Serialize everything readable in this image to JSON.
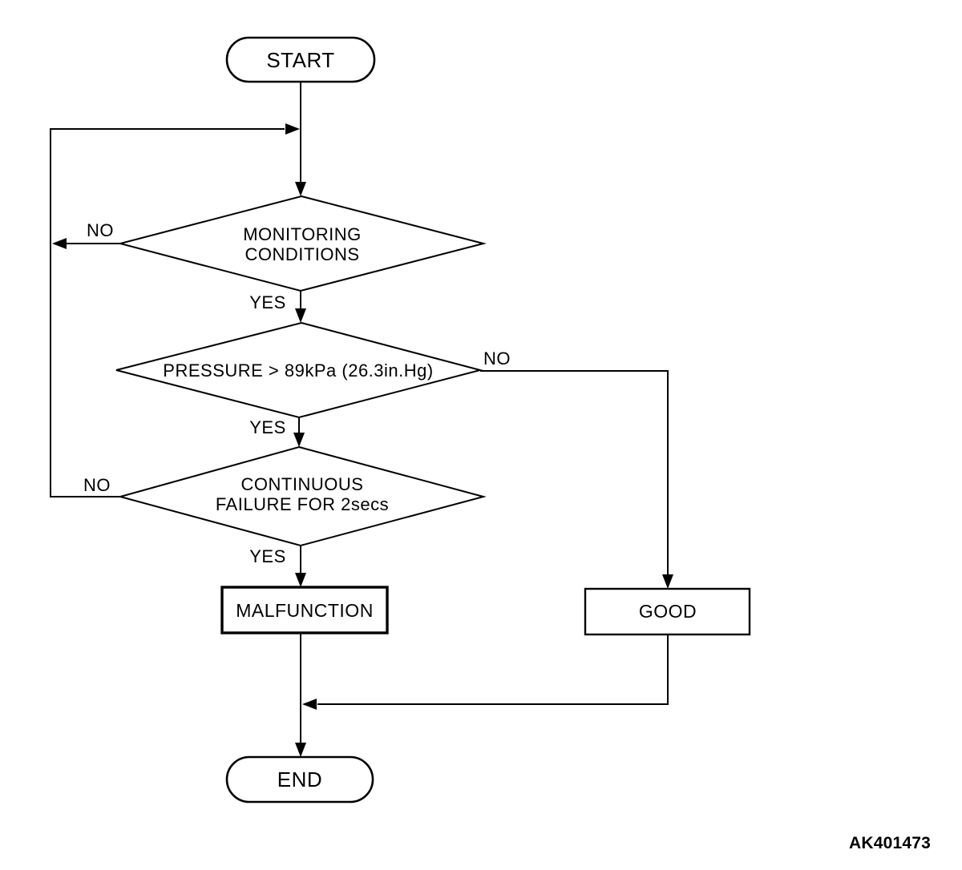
{
  "diagram": {
    "type": "flowchart",
    "figure_code": "AK401473",
    "colors": {
      "line": "#000000",
      "background": "#ffffff",
      "text": "#000000"
    },
    "nodes": {
      "start": {
        "shape": "terminator",
        "label": "START"
      },
      "monitoring": {
        "shape": "decision",
        "line1": "MONITORING",
        "line2": "CONDITIONS"
      },
      "pressure": {
        "shape": "decision",
        "label": "PRESSURE > 89kPa (26.3in.Hg)"
      },
      "continuous": {
        "shape": "decision",
        "line1": "CONTINUOUS",
        "line2": "FAILURE FOR 2secs"
      },
      "malfunction": {
        "shape": "process",
        "label": "MALFUNCTION"
      },
      "good": {
        "shape": "process",
        "label": "GOOD"
      },
      "end": {
        "shape": "terminator",
        "label": "END"
      }
    },
    "edge_labels": {
      "monitoring_no": "NO",
      "monitoring_yes": "YES",
      "pressure_no": "NO",
      "pressure_yes": "YES",
      "continuous_no": "NO",
      "continuous_yes": "YES"
    }
  }
}
